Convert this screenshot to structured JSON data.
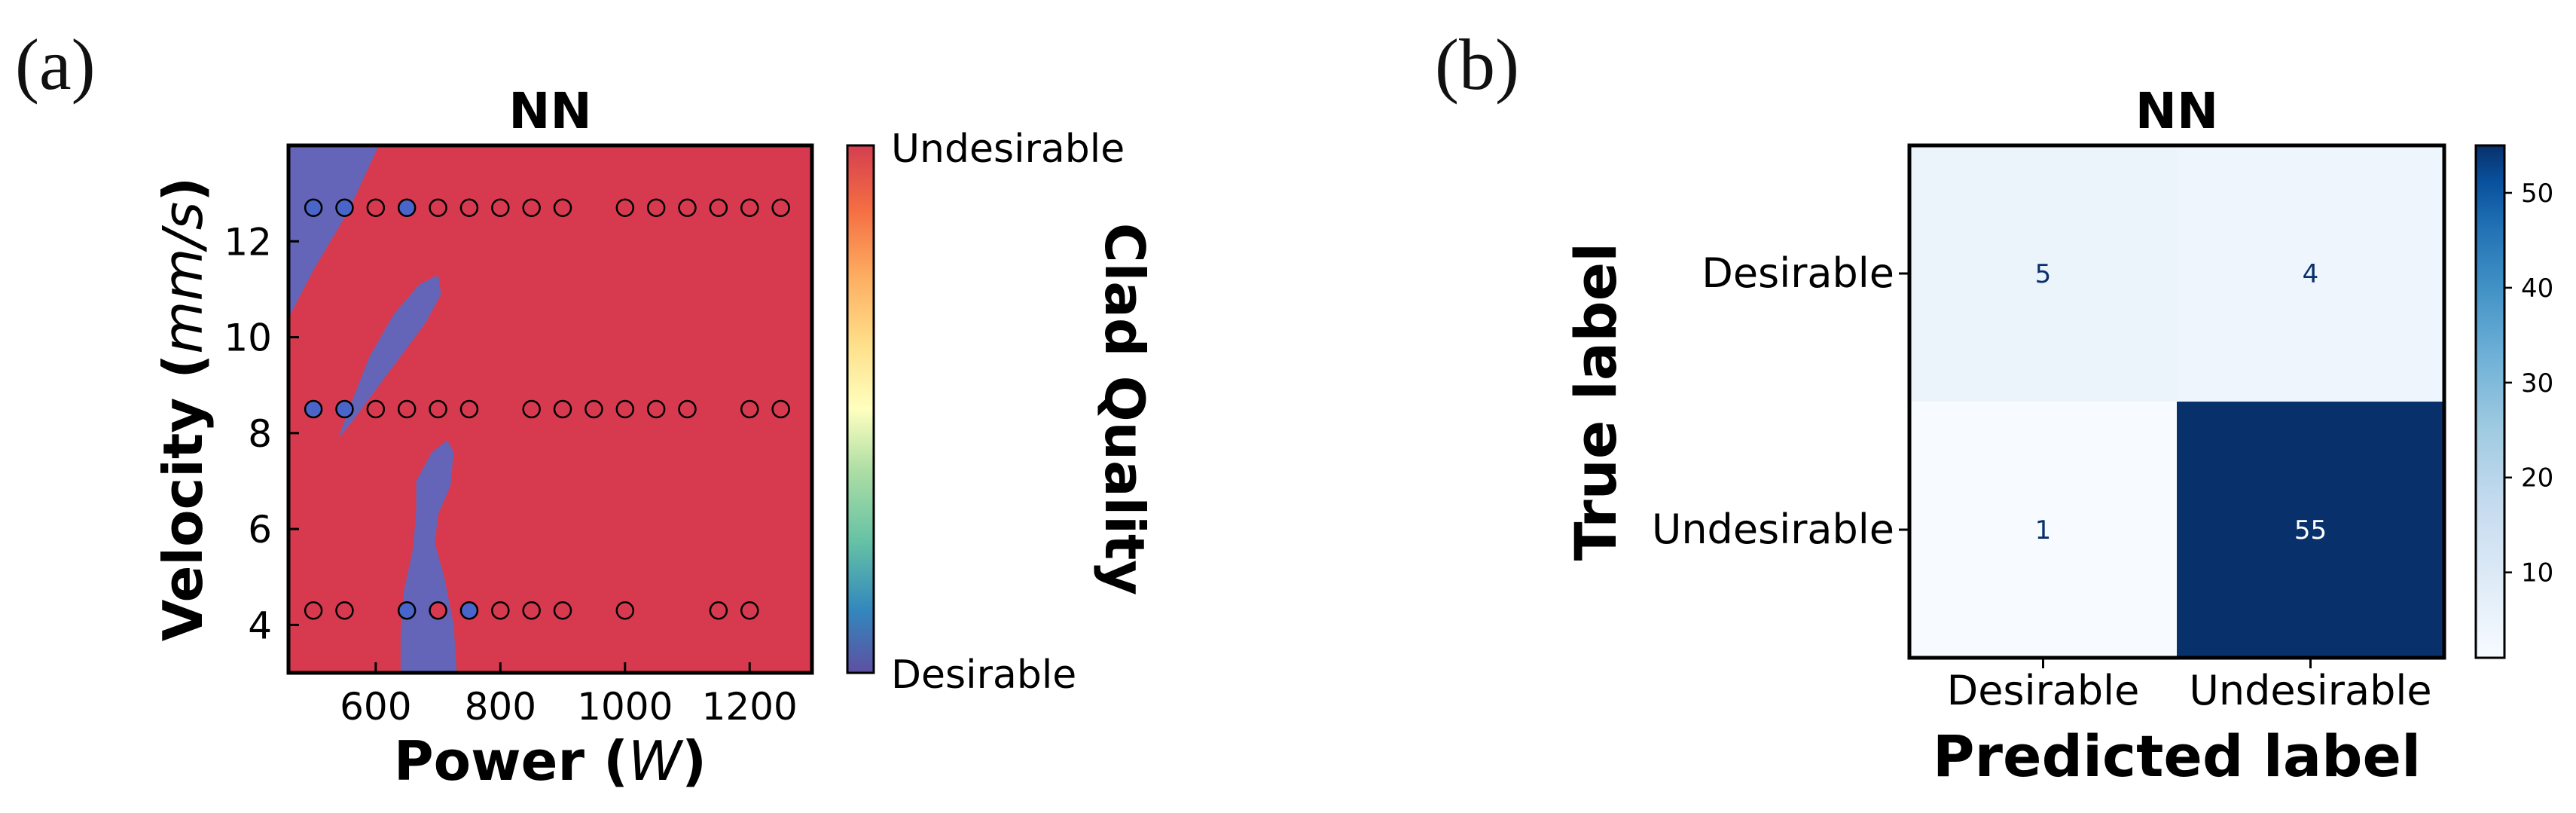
{
  "chart_data": [
    {
      "panel_label": "(a)",
      "type": "scatter",
      "title": "NN",
      "xlabel_main": "Power (",
      "xlabel_unit": "W",
      "xlabel_end": ")",
      "ylabel_main": "Velocity (",
      "ylabel_unit": "mm/s",
      "ylabel_end": ")",
      "xlim": [
        460,
        1300
      ],
      "ylim": [
        3,
        14
      ],
      "xticks": [
        600,
        800,
        1000,
        1200
      ],
      "yticks": [
        4,
        6,
        8,
        10,
        12
      ],
      "background_class": "Undesirable",
      "region_class": "Desirable",
      "colors": {
        "undesirable": "#d73a4f",
        "desirable": "#6465b8",
        "point_undesirable": "#d73a4f",
        "point_desirable": "#4a65c9"
      },
      "colorbar": {
        "label": "Clad Quality",
        "top_label": "Undesirable",
        "bottom_label": "Desirable"
      },
      "points_undesirable": [
        [
          600,
          12.7
        ],
        [
          700,
          12.7
        ],
        [
          750,
          12.7
        ],
        [
          800,
          12.7
        ],
        [
          850,
          12.7
        ],
        [
          900,
          12.7
        ],
        [
          1000,
          12.7
        ],
        [
          1050,
          12.7
        ],
        [
          1100,
          12.7
        ],
        [
          1150,
          12.7
        ],
        [
          1200,
          12.7
        ],
        [
          1250,
          12.7
        ],
        [
          600,
          8.5
        ],
        [
          650,
          8.5
        ],
        [
          700,
          8.5
        ],
        [
          750,
          8.5
        ],
        [
          850,
          8.5
        ],
        [
          900,
          8.5
        ],
        [
          950,
          8.5
        ],
        [
          1000,
          8.5
        ],
        [
          1050,
          8.5
        ],
        [
          1100,
          8.5
        ],
        [
          1200,
          8.5
        ],
        [
          1250,
          8.5
        ],
        [
          500,
          4.3
        ],
        [
          550,
          4.3
        ],
        [
          700,
          4.3
        ],
        [
          800,
          4.3
        ],
        [
          850,
          4.3
        ],
        [
          900,
          4.3
        ],
        [
          1000,
          4.3
        ],
        [
          1150,
          4.3
        ],
        [
          1200,
          4.3
        ]
      ],
      "points_desirable": [
        [
          500,
          12.7
        ],
        [
          550,
          12.7
        ],
        [
          650,
          12.7
        ],
        [
          500,
          8.5
        ],
        [
          550,
          8.5
        ],
        [
          650,
          4.3
        ],
        [
          750,
          4.3
        ]
      ]
    },
    {
      "panel_label": "(b)",
      "type": "heatmap",
      "title": "NN",
      "xlabel": "Predicted label",
      "ylabel": "True label",
      "categories": [
        "Desirable",
        "Undesirable"
      ],
      "matrix": [
        [
          5,
          4
        ],
        [
          1,
          55
        ]
      ],
      "colorbar": {
        "ticks": [
          10,
          20,
          30,
          40,
          50
        ],
        "min": 1,
        "max": 55
      }
    }
  ]
}
